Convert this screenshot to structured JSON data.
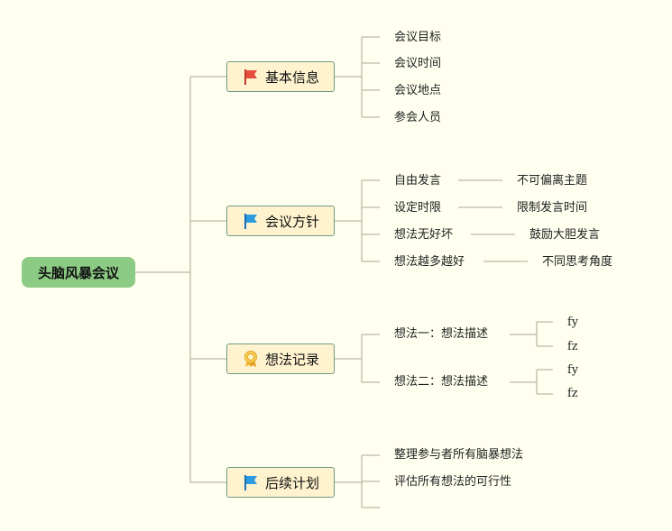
{
  "root": {
    "label": "头脑风暴会议"
  },
  "colors": {
    "root_fill": "#8ccb84",
    "branch_fill": "#fff3cf",
    "branch_border": "#6f9a84",
    "line": "#b9b9a3",
    "background": "#fffff0"
  },
  "branches": [
    {
      "label": "基本信息",
      "icon": "red-flag-icon",
      "children": [
        "会议目标",
        "会议时间",
        "会议地点",
        "参会人员"
      ]
    },
    {
      "label": "会议方针",
      "icon": "blue-flag-icon",
      "children": [
        {
          "label": "自由发言",
          "detail": "不可偏离主题"
        },
        {
          "label": "设定时限",
          "detail": "限制发言时间"
        },
        {
          "label": "想法无好坏",
          "detail": "鼓励大胆发言"
        },
        {
          "label": "想法越多越好",
          "detail": "不同思考角度"
        }
      ]
    },
    {
      "label": "想法记录",
      "icon": "award-ribbon-icon",
      "children": [
        {
          "label": "想法一：想法描述",
          "sub": [
            "fy",
            "fz"
          ]
        },
        {
          "label": "想法二：想法描述",
          "sub": [
            "fy",
            "fz"
          ]
        }
      ]
    },
    {
      "label": "后续计划",
      "icon": "blue-flag-icon",
      "children": [
        "整理参与者所有脑暴想法",
        "评估所有想法的可行性",
        ""
      ]
    }
  ]
}
